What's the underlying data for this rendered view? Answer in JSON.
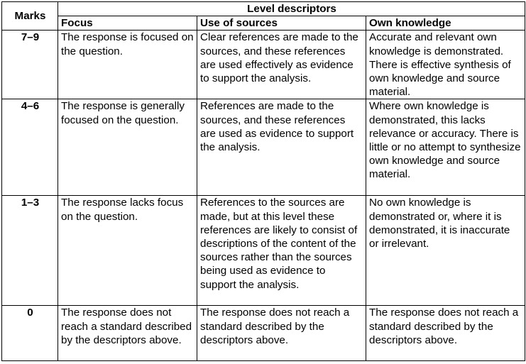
{
  "header": {
    "marks": "Marks",
    "level_descriptors": "Level descriptors",
    "focus": "Focus",
    "use_of_sources": "Use of sources",
    "own_knowledge": "Own knowledge"
  },
  "rows": [
    {
      "marks": "7–9",
      "focus": "The response is focused on the question.",
      "sources": "Clear references are made to the sources, and these references are used effectively as evidence to support the analysis.",
      "knowledge": "Accurate and relevant own knowledge is demonstrated. There is effective synthesis of own knowledge and source material."
    },
    {
      "marks": "4–6",
      "focus": "The response is generally focused on the question.",
      "sources": "References are made to the sources, and these references are used as evidence to support the analysis.",
      "knowledge": "Where own knowledge is demonstrated, this lacks relevance or accuracy. There is little or no attempt to synthesize own knowledge and source material."
    },
    {
      "marks": "1–3",
      "focus": "The response lacks focus on the question.",
      "sources": "References to the sources are made, but at this level these references are likely to consist of descriptions of the content of the sources rather than the sources being used as evidence to support the analysis.",
      "knowledge": "No own knowledge is demonstrated or, where it is demonstrated, it is inaccurate or irrelevant."
    },
    {
      "marks": "0",
      "focus": "The response does not reach a standard described by the descriptors above.",
      "sources": "The response does not reach a standard described by the descriptors above.",
      "knowledge": "The response does not reach a standard described by the descriptors above."
    }
  ]
}
